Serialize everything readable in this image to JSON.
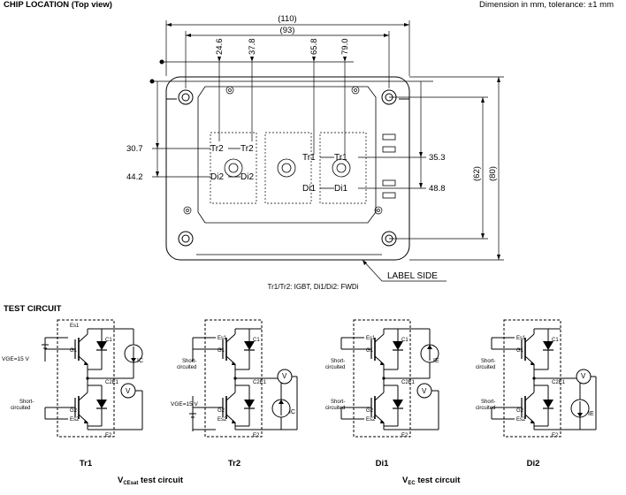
{
  "header": {
    "title": "CHIP LOCATION (Top view)",
    "dimension_note": "Dimension in mm, tolerance: ±1 mm"
  },
  "chip_location": {
    "dim_110": "(110)",
    "dim_93": "(93)",
    "x_24_6": "24.6",
    "x_37_8": "37.8",
    "x_65_8": "65.8",
    "x_79_0": "79.0",
    "y_30_7": "30.7",
    "y_44_2": "44.2",
    "y_35_3": "35.3",
    "y_48_8": "48.8",
    "dim_62": "(62)",
    "dim_80": "(80)",
    "tr2_a": "Tr2",
    "tr2_b": "Tr2",
    "di2_a": "Di2",
    "di2_b": "Di2",
    "tr1_a": "Tr1",
    "tr1_b": "Tr1",
    "di1_a": "Di1",
    "di1_b": "Di1",
    "label_side": "LABEL SIDE",
    "legend": "Tr1/Tr2: IGBT, Di1/Di2: FWDi"
  },
  "test_circuit": {
    "title": "TEST CIRCUIT",
    "circuits": [
      {
        "name": "Tr1"
      },
      {
        "name": "Tr2"
      },
      {
        "name": "Di1"
      },
      {
        "name": "Di2"
      }
    ],
    "vce_caption": "V",
    "vce_sub": "CEsat",
    "vce_suffix": " test circuit",
    "vec_caption": "V",
    "vec_sub": "EC",
    "vec_suffix": " test circuit",
    "terminals": {
      "c1": "C1",
      "e1": "Es1",
      "g1": "G1",
      "c2e1": "C2E1",
      "e2": "E2",
      "es2": "Es2",
      "g2": "G2"
    },
    "vge_15v": "VGE=15 V",
    "short": "Short-",
    "circuited": "circuited",
    "current_ic": "IC",
    "current_ie": "IE",
    "volt_v": "V"
  }
}
